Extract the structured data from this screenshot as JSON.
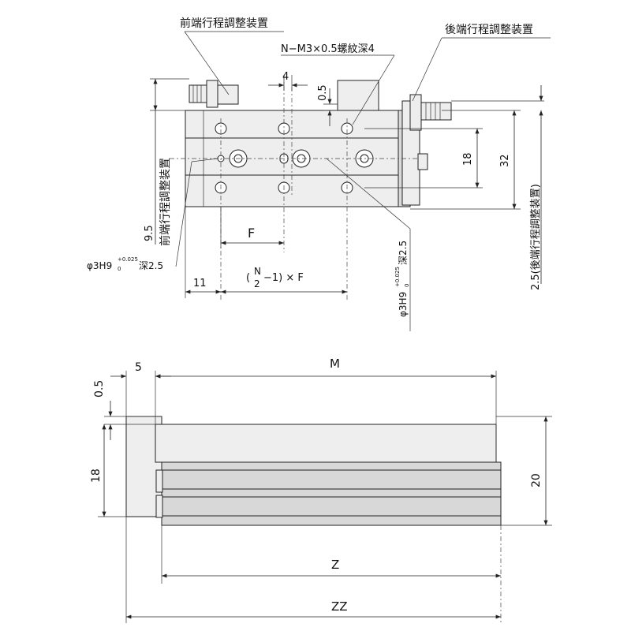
{
  "top_view": {
    "label_front_adjuster_top": "前端行程調整装置",
    "label_rear_adjuster_top": "後端行程調整装置",
    "label_thread": "N−M3×0.5螺紋深4",
    "label_front_adjuster_side": "前端行程調整装置",
    "label_rear_adjuster_side": "2.5(後端行程調整装置)",
    "dim_4": "4",
    "dim_0_5": "0.5",
    "dim_18": "18",
    "dim_32": "32",
    "dim_9_5": "9.5",
    "dim_F": "F",
    "dim_11": "11",
    "dim_pitch_prefix": "(",
    "dim_pitch_N": "N",
    "dim_pitch_2": "2",
    "dim_pitch_suffix": "−1) × F",
    "pin_left_base": "φ3H9",
    "pin_left_tol_up": "+0.025",
    "pin_left_tol_lo": "0",
    "pin_left_depth": "深2.5",
    "pin_right_base": "φ3H9",
    "pin_right_tol_up": "+0.025",
    "pin_right_tol_lo": "0",
    "pin_right_depth": "深2.5"
  },
  "side_view": {
    "dim_0_5": "0.5",
    "dim_5": "5",
    "dim_M": "M",
    "dim_18": "18",
    "dim_20": "20",
    "dim_Z": "Z",
    "dim_ZZ": "ZZ"
  }
}
